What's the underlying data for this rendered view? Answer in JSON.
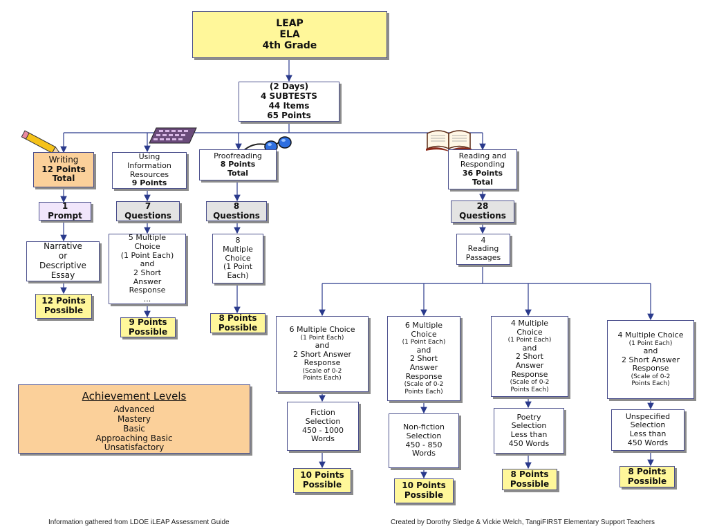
{
  "top": {
    "line1": "LEAP",
    "line2": "ELA",
    "line3": "4th Grade"
  },
  "summary": {
    "line1": "(2 Days)",
    "line2": "4 SUBTESTS",
    "line3": "44 Items",
    "line4": "65 Points"
  },
  "writing": {
    "title": "Writing",
    "points": "12 Points",
    "total": "Total",
    "prompt_count": "1",
    "prompt_label": "Prompt",
    "essay": [
      "Narrative",
      "or",
      "Descriptive",
      "Essay"
    ],
    "possible_points": "12 Points",
    "possible_label": "Possible"
  },
  "using_info": {
    "title": [
      "Using",
      "Information",
      "Resources"
    ],
    "points": "9 Points",
    "q_count": "7",
    "q_label": "Questions",
    "detail": [
      "5 Multiple",
      "Choice",
      "(1 Point Each)",
      "and",
      "2 Short",
      "Answer",
      "Response",
      "..."
    ],
    "possible_points": "9 Points",
    "possible_label": "Possible"
  },
  "proofreading": {
    "title": "Proofreading",
    "points": "8 Points",
    "total": "Total",
    "q_count": "8",
    "q_label": "Questions",
    "detail": [
      "8",
      "Multiple",
      "Choice",
      "(1 Point",
      "Each)"
    ],
    "possible_points": "8 Points",
    "possible_label": "Possible"
  },
  "reading": {
    "title": [
      "Reading and",
      "Responding"
    ],
    "points": "36 Points",
    "total": "Total",
    "q_count": "28",
    "q_label": "Questions",
    "passages": [
      "4",
      "Reading",
      "Passages"
    ]
  },
  "branches": [
    {
      "mc": "6 Multiple Choice",
      "mc_small": "(1 Point Each)",
      "and": "and",
      "sa": [
        "2 Short Answer",
        "Response"
      ],
      "scale": [
        "(Scale of 0-2",
        "Points Each)"
      ],
      "sel": [
        "Fiction",
        "Selection",
        "450 - 1000",
        "Words"
      ],
      "possible_points": "10 Points",
      "possible_label": "Possible"
    },
    {
      "mc": "6 Multiple Choice",
      "mc_small": "(1 Point Each)",
      "and": "and",
      "sa": [
        "2 Short",
        "Answer",
        "Response"
      ],
      "scale": [
        "(Scale of 0-2",
        "Points Each)"
      ],
      "sel": [
        "Non-fiction",
        "Selection",
        "450 - 850",
        "Words"
      ],
      "possible_points": "10 Points",
      "possible_label": "Possible"
    },
    {
      "mc": "4 Multiple Choice",
      "mc_small": "(1 Point Each)",
      "and": "and",
      "sa": [
        "2 Short",
        "Answer",
        "Response"
      ],
      "scale": [
        "(Scale of 0-2",
        "Points Each)"
      ],
      "sel": [
        "Poetry",
        "Selection",
        "Less than",
        "450 Words"
      ],
      "possible_points": "8 Points",
      "possible_label": "Possible"
    },
    {
      "mc": "4 Multiple Choice",
      "mc_small": "(1 Point Each)",
      "and": "and",
      "sa": [
        "2 Short Answer",
        "Response"
      ],
      "scale": [
        "(Scale of 0-2",
        "Points Each)"
      ],
      "sel": [
        "Unspecified",
        "Selection",
        "Less than",
        "450 Words"
      ],
      "possible_points": "8 Points",
      "possible_label": "Possible"
    }
  ],
  "achievement": {
    "title": "Achievement Levels",
    "levels": [
      "Advanced",
      "Mastery",
      "Basic",
      "Approaching Basic",
      "Unsatisfactory"
    ]
  },
  "footer": {
    "left": "Information gathered from LDOE iLEAP Assessment Guide",
    "right": "Created by Dorothy Sledge & Vickie Welch, TangiFIRST Elementary Support Teachers"
  },
  "icons": [
    "pencil-icon",
    "calculator-icon",
    "eyeglasses-icon",
    "open-book-icon"
  ],
  "colors": {
    "yellow": "#fff79a",
    "orange": "#fbd09a",
    "lavender": "#f1e6fb",
    "grey": "#e3e3e3",
    "connector": "#2a3a8c"
  }
}
